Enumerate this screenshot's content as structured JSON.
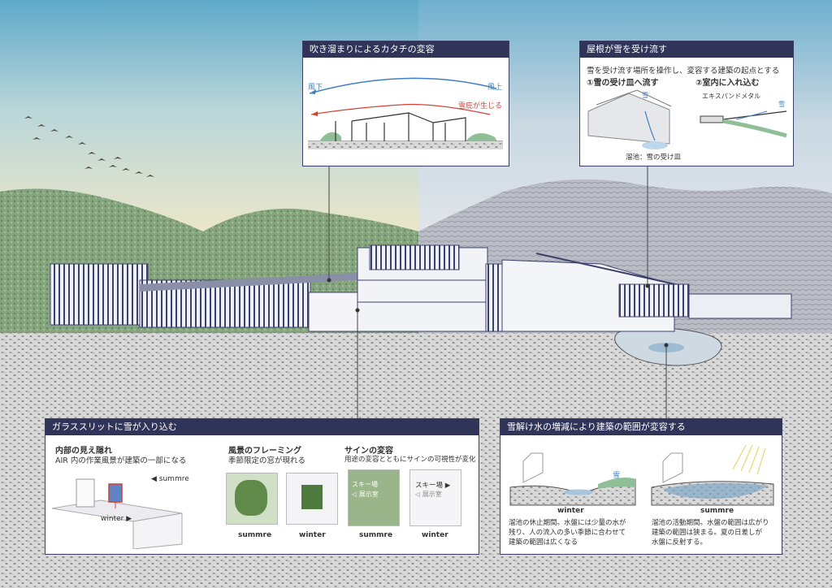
{
  "panels": {
    "top_left": {
      "title": "吹き溜まりによるカタチの変容",
      "wind_left": "風下",
      "wind_right": "風上",
      "drift_label": "雪庇が生じる"
    },
    "top_right": {
      "title": "屋根が雪を受け流す",
      "desc": "雪を受け流す場所を操作し、変容する建築の起点とする",
      "item1": "①雪の受け皿へ流す",
      "item2": "②室内に入れ込む",
      "snow_label_1": "雪",
      "pond_caption": "溜池：雪の受け皿",
      "metal_label": "エキスパンドメタル",
      "snow_label_2": "雪"
    },
    "bottom_left": {
      "title": "ガラススリットに雪が入り込む",
      "col1": {
        "heading": "内部の見え隠れ",
        "desc": "AIR 内の作業風景が建築の一部になる",
        "summer_label": "◀ summre",
        "winter_label": "winter ▶"
      },
      "col2": {
        "heading": "風景のフレーミング",
        "desc": "季節限定の窓が現れる",
        "summer_caption": "summre",
        "winter_caption": "winter"
      },
      "col3": {
        "heading": "サインの変容",
        "desc": "用途の変容とともにサインの可視性が変化",
        "sign_summer": "スキー場",
        "sign_summer_sub": "◁ 展示室",
        "sign_winter": "スキー場 ▶",
        "sign_winter_sub": "◁ 展示室",
        "summer_caption": "summre",
        "winter_caption": "winter"
      }
    },
    "bottom_right": {
      "title": "雪解け水の増減により建築の範囲が変容する",
      "winter": {
        "caption": "winter",
        "snow": "雪",
        "desc_lines": [
          "溜池の休止期間。水盤には少量の水が",
          "残り、人の流入の多い季節に合わせて",
          "建築の範囲は広くなる"
        ]
      },
      "summer": {
        "caption": "summre",
        "desc_lines": [
          "溜池の活動期間。水盤の範囲は広がり",
          "建築の範囲は狭まる。夏の日差しが",
          "水盤に反射する。"
        ]
      }
    }
  },
  "colors": {
    "panel_header": "#2f3458",
    "sky_summer": "#f0e8c8",
    "sky_blue": "#5fa9c9",
    "hill_green": "#7fa07a",
    "hill_gray": "#a8adb8",
    "wind_blue": "#3f7fc3",
    "wind_red": "#d0443a",
    "building": "#3c416b"
  }
}
